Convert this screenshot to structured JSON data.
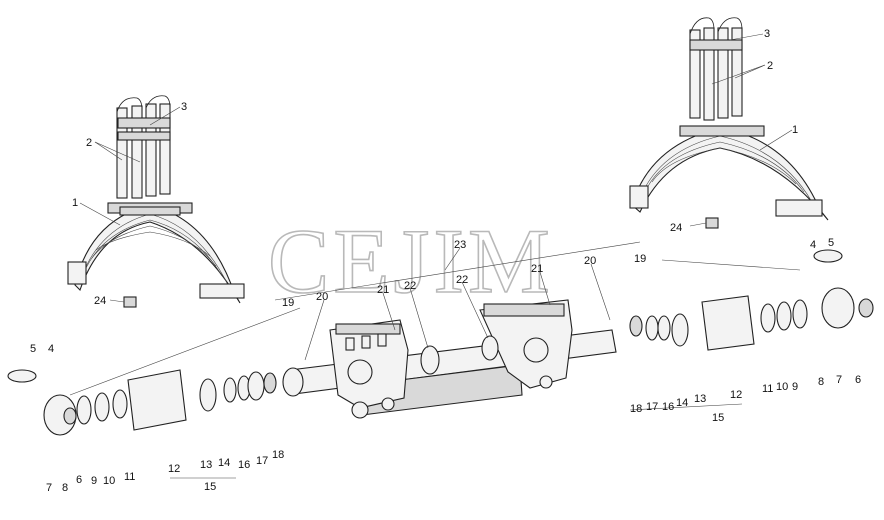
{
  "watermark": "CEJIM",
  "labels": {
    "l1": "1",
    "l2": "2",
    "l3": "3",
    "l4": "4",
    "l5": "5",
    "l6": "6",
    "l7": "7",
    "l8": "8",
    "l9": "9",
    "l10": "10",
    "l11": "11",
    "l12": "12",
    "l13": "13",
    "l14": "14",
    "l15": "15",
    "l16": "16",
    "l17": "17",
    "l18": "18",
    "l19": "19",
    "l20": "20",
    "l21": "21",
    "l22": "22",
    "l23": "23",
    "l24": "24"
  }
}
